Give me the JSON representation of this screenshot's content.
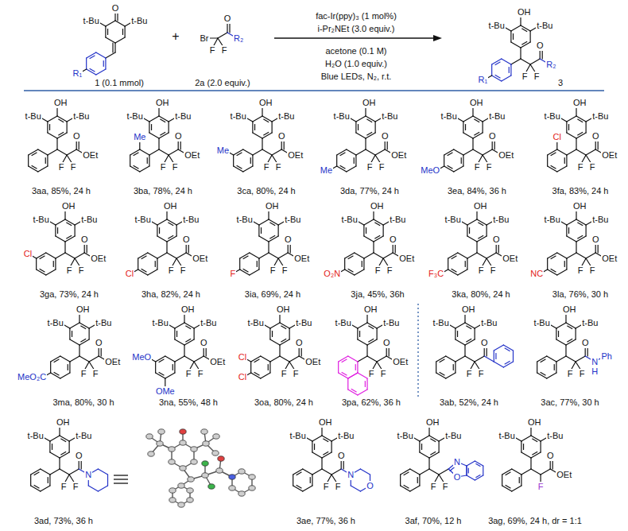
{
  "diagram": {
    "labels": [
      "t-Bu",
      "O",
      "t-Bu",
      "R₁",
      "1 (0.1 mmol)",
      "+",
      "Br",
      "F",
      "F",
      "O",
      "R₂",
      "2a (2.0 equiv.)",
      "fac-Ir(ppy)₃ (1 mol%)",
      "i-Pr₂NEt (3.0 equiv.)",
      "acetone (0.1 M)",
      "H₂O (1.0 equiv.)",
      "Blue LEDs, N₂, r.t.",
      "t-Bu",
      "OH",
      "t-Bu",
      "R₁",
      "F",
      "F",
      "O",
      "R₂",
      "3",
      "t-Bu",
      "OH",
      "t-Bu",
      "F",
      "F",
      "O",
      "OEt",
      "3aa, 85%, 24 h",
      "t-Bu",
      "OH",
      "t-Bu",
      "Me",
      "F",
      "F",
      "O",
      "OEt",
      "3ba, 78%, 24 h",
      "t-Bu",
      "OH",
      "t-Bu",
      "Me",
      "F",
      "F",
      "O",
      "OEt",
      "3ca, 80%, 24 h",
      "t-Bu",
      "OH",
      "t-Bu",
      "Me",
      "F",
      "F",
      "O",
      "OEt",
      "3da, 77%, 24 h",
      "t-Bu",
      "OH",
      "t-Bu",
      "MeO",
      "F",
      "F",
      "O",
      "OEt",
      "3ea, 84%, 36 h",
      "t-Bu",
      "OH",
      "t-Bu",
      "Cl",
      "F",
      "F",
      "O",
      "OEt",
      "3fa, 83%, 24 h",
      "t-Bu",
      "OH",
      "t-Bu",
      "Cl",
      "F",
      "F",
      "O",
      "OEt",
      "3ga, 73%, 24 h",
      "t-Bu",
      "OH",
      "t-Bu",
      "Cl",
      "F",
      "F",
      "O",
      "OEt",
      "3ha, 82%, 24 h",
      "t-Bu",
      "OH",
      "t-Bu",
      "F",
      "F",
      "F",
      "O",
      "OEt",
      "3ia, 69%, 24 h",
      "t-Bu",
      "OH",
      "t-Bu",
      "O₂N",
      "F",
      "F",
      "O",
      "OEt",
      "3ja, 45%, 36h",
      "t-Bu",
      "OH",
      "t-Bu",
      "F₃C",
      "F",
      "F",
      "O",
      "OEt",
      "3ka, 80%, 24 h",
      "t-Bu",
      "OH",
      "t-Bu",
      "NC",
      "F",
      "F",
      "O",
      "OEt",
      "3la, 76%, 30 h",
      "t-Bu",
      "OH",
      "t-Bu",
      "MeO₂C",
      "F",
      "F",
      "O",
      "OEt",
      "3ma, 80%, 30 h",
      "t-Bu",
      "OH",
      "t-Bu",
      "MeO",
      "OMe",
      "F",
      "F",
      "O",
      "OEt",
      "3na, 55%, 48 h",
      "t-Bu",
      "OH",
      "t-Bu",
      "Cl",
      "Cl",
      "F",
      "F",
      "O",
      "OEt",
      "3oa, 80%, 24 h",
      "t-Bu",
      "OH",
      "t-Bu",
      "F",
      "F",
      "O",
      "OEt",
      "3pa, 62%, 36 h",
      "t-Bu",
      "OH",
      "t-Bu",
      "F",
      "F",
      "O",
      "3ab, 52%, 24 h",
      "t-Bu",
      "OH",
      "t-Bu",
      "F",
      "F",
      "O",
      "N",
      "H",
      "Ph",
      "3ac, 77%, 30 h",
      "t-Bu",
      "OH",
      "t-Bu",
      "F",
      "F",
      "O",
      "N",
      "3ad, 73%, 36 h",
      "t-Bu",
      "OH",
      "t-Bu",
      "F",
      "F",
      "O",
      "N",
      "O",
      "3ae, 77%, 36 h",
      "t-Bu",
      "OH",
      "t-Bu",
      "F",
      "F",
      "N",
      "O",
      "3af, 70%, 12 h",
      "t-Bu",
      "OH",
      "t-Bu",
      "F",
      "O",
      "OEt",
      "3ag, 69%, 24 h, dr = 1:1"
    ]
  }
}
